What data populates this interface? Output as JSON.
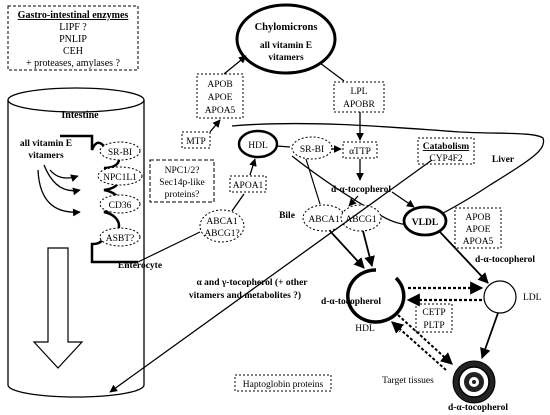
{
  "gi_enzymes": {
    "title": "Gastro-intestinal enzymes",
    "items": [
      "LIPF ?",
      "PNLIP",
      "CEH",
      "+ proteases, amylases ?"
    ]
  },
  "chylomicrons": {
    "title": "Chylomicrons",
    "sub1": "all vitamin E",
    "sub2": "vitamers"
  },
  "apo_box1": [
    "APOB",
    "APOE",
    "APOA5"
  ],
  "lpl_box": [
    "LPL",
    "APOBR"
  ],
  "intestine": {
    "label": "Intestine",
    "vitamers1": "all vitamin E",
    "vitamers2": "vitamers",
    "enterocyte": "Enterocyte"
  },
  "transporters": [
    "SR-BI",
    "NPC1L1",
    "CD36",
    "ASBT?"
  ],
  "npc_box": [
    "NPC1/2?",
    "Sec14p-like",
    "proteins?"
  ],
  "mtp": "MTP",
  "abca_pair": [
    "ABCA1",
    "ABCG1?"
  ],
  "apoa1": "APOA1",
  "hdl_small": "HDL",
  "srbi_liver": "SR-BI",
  "attp": "αTTP",
  "liver": "Liver",
  "catabolism": {
    "title": "Catabolism",
    "enzyme": "CYP4F2"
  },
  "bile": "Bile",
  "d_alpha": "d-α-tocopherol",
  "vldl": "VLDL",
  "apo_box2": [
    "APOB",
    "APOE",
    "APOA5"
  ],
  "abca1": "ABCA1",
  "abcg1": "ABCG1",
  "alpha_gamma": {
    "line1": "α and γ-tocopherol (+ other",
    "line2": "vitamers and metabolites ?)"
  },
  "hdl_big": "HDL",
  "ldl": "LDL",
  "cetp_box": [
    "CETP",
    "PLTP"
  ],
  "question": "?",
  "target_tissues": "Target tissues",
  "haptoglobin": "Haptoglobin proteins"
}
